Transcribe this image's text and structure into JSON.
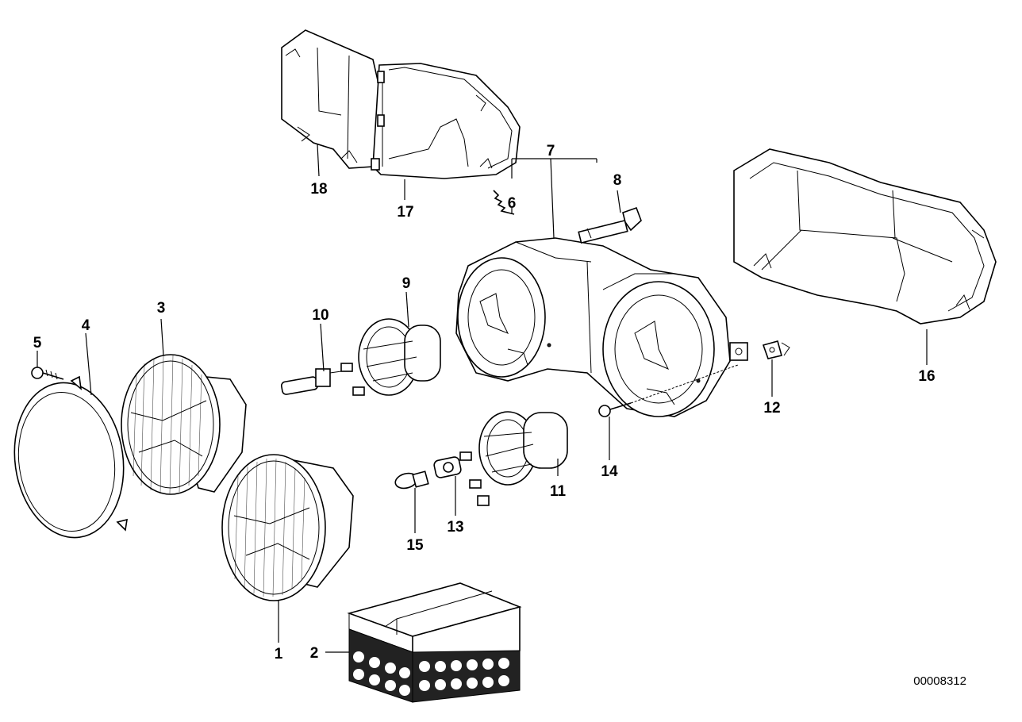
{
  "diagram": {
    "doc_number": "00008312",
    "callouts": [
      "1",
      "2",
      "3",
      "4",
      "5",
      "6",
      "7",
      "8",
      "9",
      "10",
      "11",
      "12",
      "13",
      "14",
      "15",
      "16",
      "17",
      "18"
    ]
  }
}
